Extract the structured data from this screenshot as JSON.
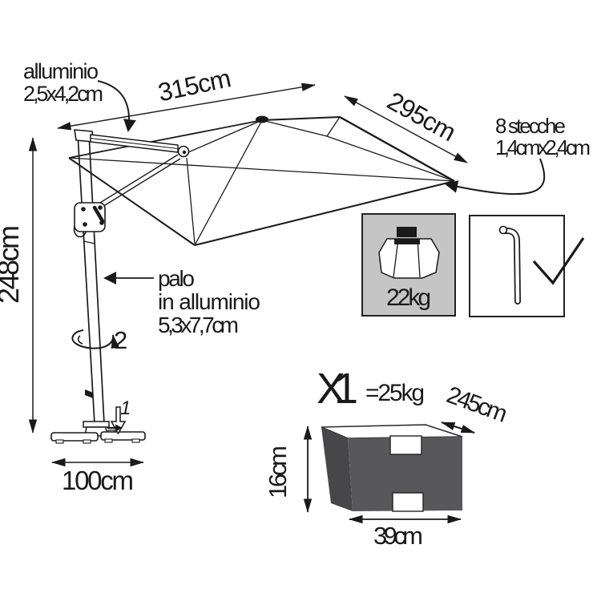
{
  "diagram": {
    "arm_label_1": "alluminio",
    "arm_label_2": "2,5x4,2cm",
    "dim_width": "315cm",
    "dim_depth": "295cm",
    "ribs_label_1": "8 stecche",
    "ribs_label_2": "1,4cmx2,4cm",
    "dim_height": "248cm",
    "pole_label_1": "palo",
    "pole_label_2": "in alluminio",
    "pole_label_3": "5,3x7,7cm",
    "step_rotate": "2",
    "step_insert": "1",
    "dim_base": "100cm",
    "base_weight": "22kg",
    "package_count": "X1",
    "package_weight": "=25kg",
    "package_dim_length": "245cm",
    "package_dim_height": "16cm",
    "package_dim_width": "39cm",
    "colors": {
      "line": "#1a1a1a",
      "weight_box_fill": "#c5c5c5",
      "package_front": "#58585a",
      "package_side": "#474749",
      "background": "#ffffff"
    }
  }
}
